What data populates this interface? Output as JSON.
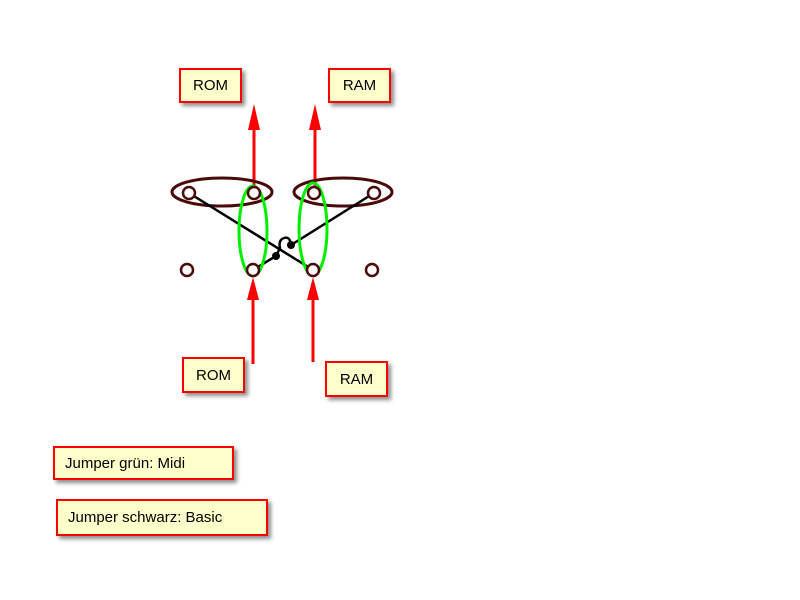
{
  "labels": {
    "rom_top": "ROM",
    "ram_top": "RAM",
    "rom_bottom": "ROM",
    "ram_bottom": "RAM",
    "legend_green": "Jumper grün: Midi",
    "legend_black": "Jumper schwarz: Basic"
  },
  "colors": {
    "arrow": "#ff0000",
    "pin": "#4a0a0a",
    "jumper_green": "#00ee00",
    "jumper_black": "#000000",
    "label_fill": "#ffffcc",
    "label_border": "#ff0000"
  }
}
